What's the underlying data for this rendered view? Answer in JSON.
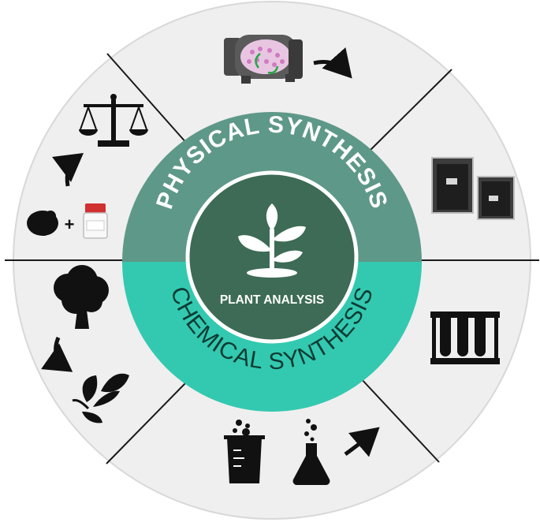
{
  "diagram": {
    "center_label": "PLANT ANALYSIS",
    "upper_ring_label": "PHYSICAL SYNTHESIS",
    "lower_ring_label": "CHEMICAL SYNTHESIS",
    "colors": {
      "outer_disc": "#efefef",
      "divider": "#1a1a1a",
      "upper_ring": "#5e9888",
      "lower_ring": "#33c9b0",
      "center": "#3d6b55",
      "icon": "#111111",
      "arrow": "#111111"
    },
    "icons": [
      "ball-mill-icon",
      "black-powder-bags-icon",
      "test-tubes-rack-icon",
      "flask-and-beaker-icon",
      "tree-icon",
      "leaves-icon",
      "powder-plus-bottle-icon",
      "balance-scale-icon",
      "sprout-icon"
    ],
    "symbols": {
      "plus": "+"
    }
  }
}
